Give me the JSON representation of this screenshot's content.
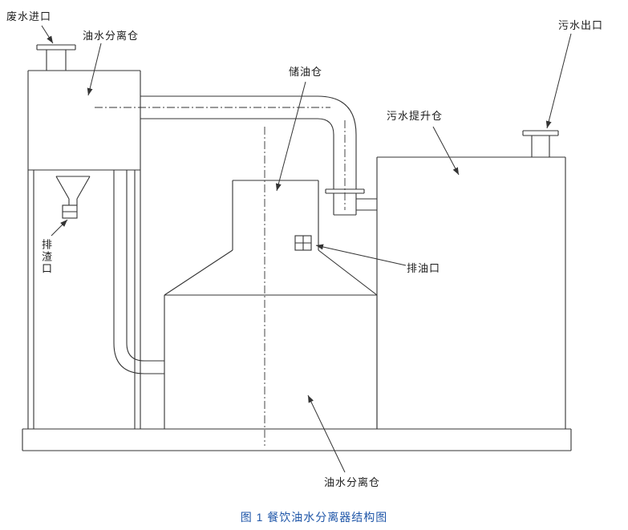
{
  "diagram": {
    "labels": {
      "waste_water_inlet": "废水进口",
      "separation_chamber_top": "油水分离仓",
      "oil_storage_chamber": "储油仓",
      "sewage_lift_chamber": "污水提升仓",
      "sewage_outlet": "污水出口",
      "slag_outlet": "排渣口",
      "oil_outlet": "排油口",
      "separation_chamber_bottom": "油水分离仓"
    },
    "caption": "图 1 餐饮油水分离器结构图",
    "colors": {
      "line": "#333333",
      "caption": "#1f56a8",
      "background": "#ffffff"
    }
  }
}
